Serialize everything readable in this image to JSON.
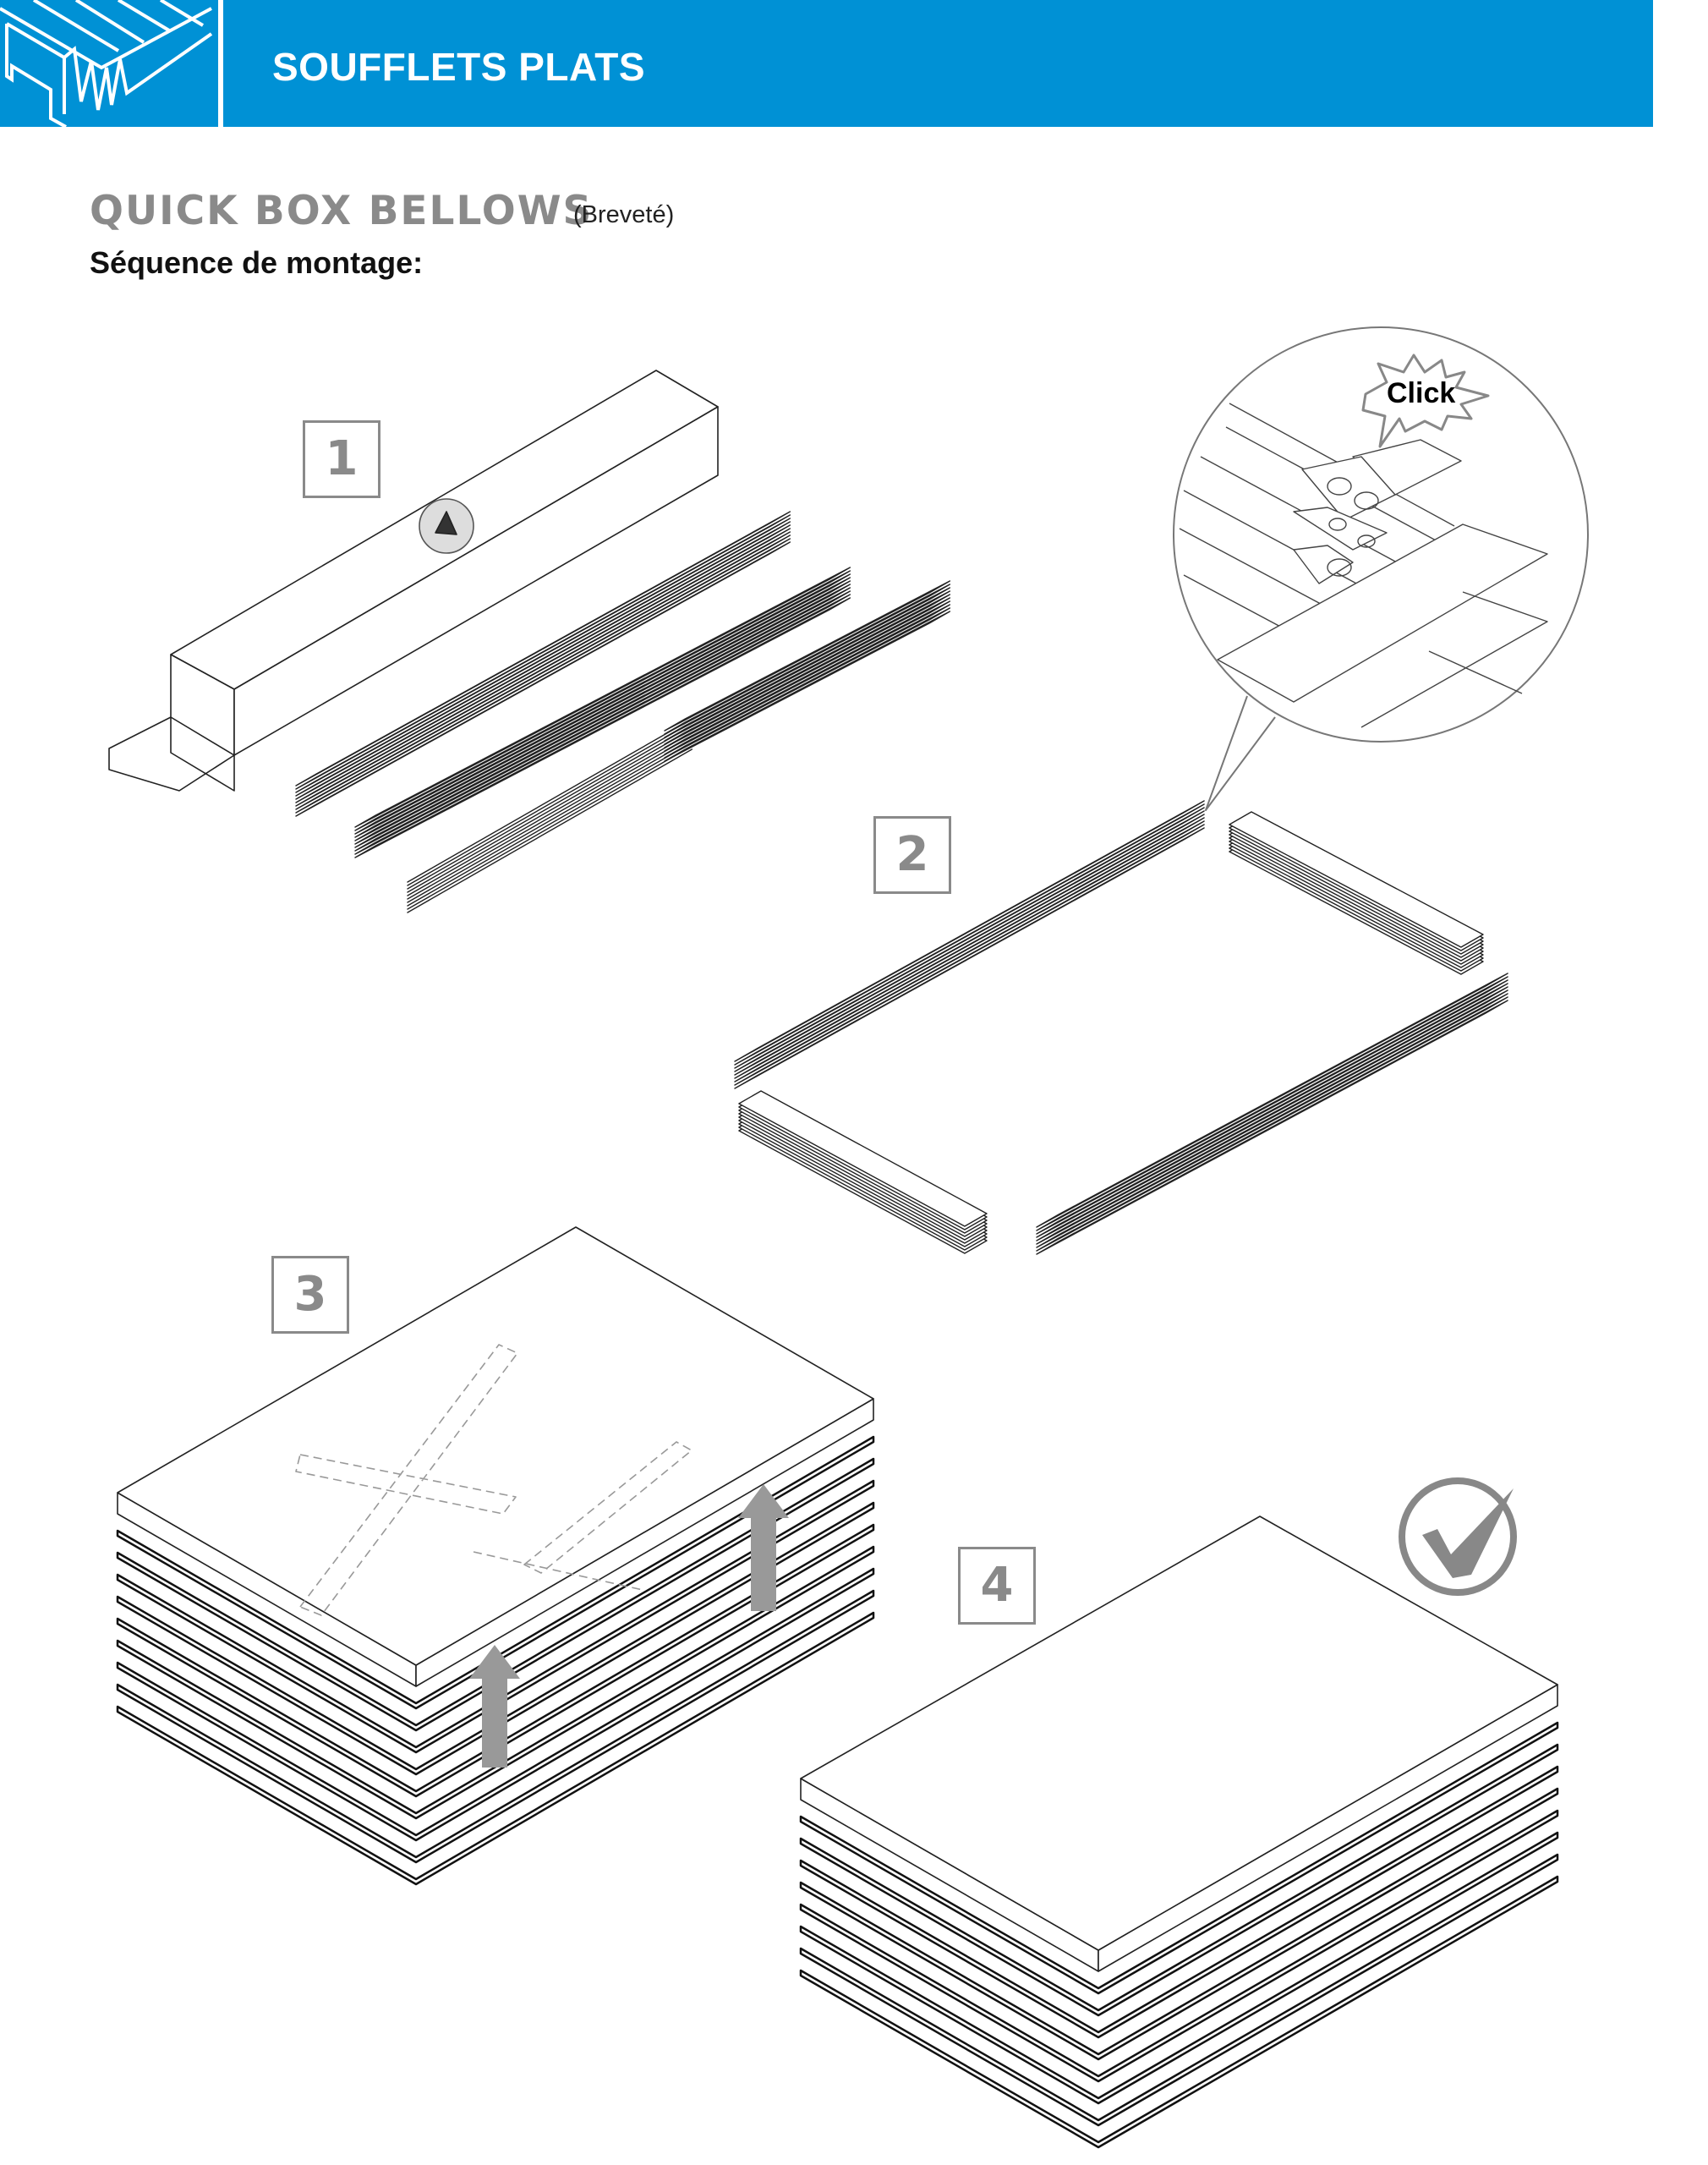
{
  "header": {
    "title": "SOUFFLETS PLATS",
    "brand_color": "#0091d5"
  },
  "product": {
    "title": "QUICK BOX BELLOWS",
    "patent": "(Breveté)"
  },
  "subtitle": "Séquence de montage:",
  "steps": [
    {
      "number": "1"
    },
    {
      "number": "2"
    },
    {
      "number": "3"
    },
    {
      "number": "4"
    }
  ],
  "detail": {
    "callout": "Click"
  },
  "icons": {
    "done": "check-circle-icon",
    "lift": "arrow-up-icon"
  }
}
